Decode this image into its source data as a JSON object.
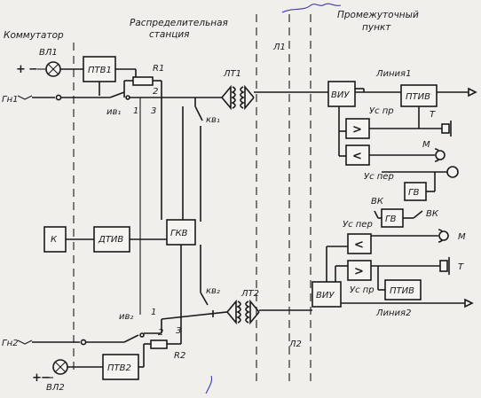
{
  "sections": {
    "commutator": "Коммутатор",
    "station_line1": "Распределительная",
    "station_line2": "станция",
    "point_line1": "Промежуточный",
    "point_line2": "пункт"
  },
  "blocks": {
    "ptv1": "ПТВ1",
    "ptv2": "ПТВ2",
    "k": "К",
    "dtiv": "ДТИВ",
    "gkv": "ГКВ",
    "viu1": "ВИУ",
    "viu2": "ВИУ",
    "ptiv1": "ПТИВ",
    "ptiv2": "ПТИВ",
    "gv1": "ГВ",
    "gv2": "ГВ"
  },
  "labels": {
    "vl1": "ВЛ1",
    "vl2": "ВЛ2",
    "gn1": "Гн1",
    "gn2": "Гн2",
    "plus1": "+",
    "minus1": "−",
    "plus2": "+",
    "minus2": "−",
    "r1": "R1",
    "r2": "R2",
    "iv1": "ив₁",
    "iv2": "ив₂",
    "kv1": "кв₁",
    "kv2": "кв₂",
    "lt1": "ЛТ1",
    "lt2": "ЛТ2",
    "l1": "Л1",
    "l2": "Л2",
    "line1": "Линия1",
    "line2": "Линия2",
    "uspr1": "Ус пр",
    "usper1": "Ус пер",
    "usper2": "Ус пер",
    "uspr2": "Ус пр",
    "vk1": "ВК",
    "vk2": "ВК",
    "m1": "М",
    "t1": "Т",
    "m2": "М",
    "t2": "Т",
    "n1": "1",
    "n2": "2",
    "n3": "3",
    "n1b": "1",
    "n2b": "2",
    "n3b": "3",
    "amp_up1": ">",
    "amp_dn1": "<",
    "amp_dn2": "<",
    "amp_up2": ">"
  },
  "colors": {
    "ink": "#1a1a1a",
    "paper": "#f1efec",
    "pen": "#3a3aa8"
  }
}
